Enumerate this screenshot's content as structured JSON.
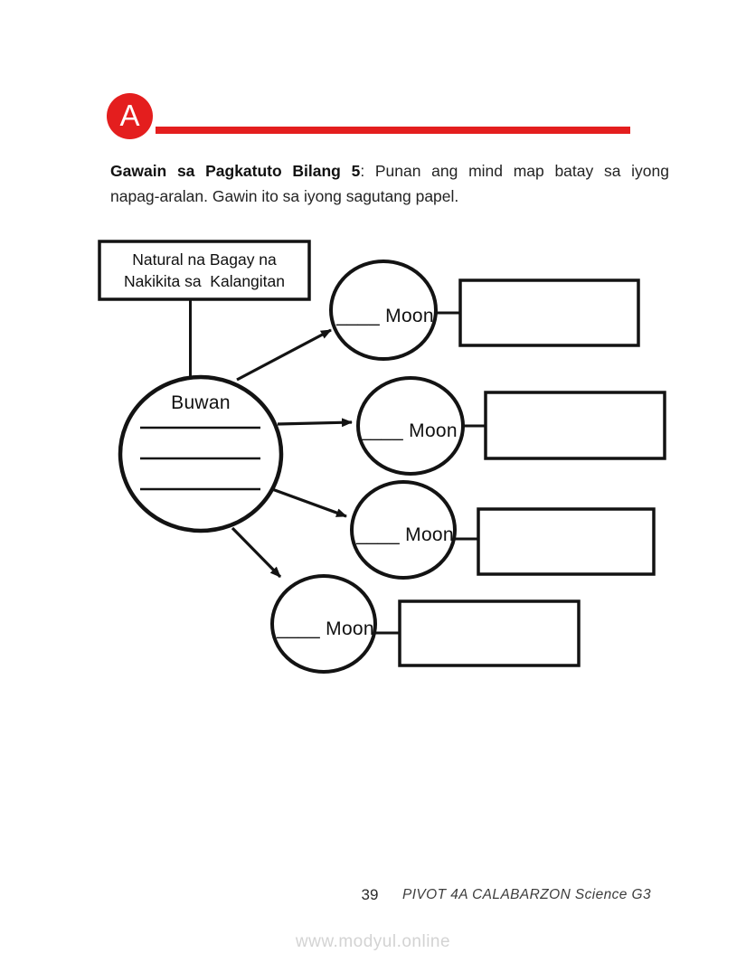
{
  "header": {
    "badge_letter": "A",
    "accent_color": "#e41e1e"
  },
  "instruction": {
    "title_bold": "Gawain sa Pagkatuto Bilang 5",
    "line1_rest": ": Punan ang mind map batay sa iyong",
    "line2": "napag-aralan. Gawin ito sa iyong sagutang papel."
  },
  "mindmap": {
    "topic_box": {
      "line1": "Natural na Bagay na",
      "line2": "Nakikita sa  Kalangitan"
    },
    "center_node": {
      "label": "Buwan",
      "blank_line_count": 3
    },
    "branches": [
      {
        "label": "____ Moon"
      },
      {
        "label": "____ Moon"
      },
      {
        "label": "____ Moon"
      },
      {
        "label": "____ Moon"
      }
    ]
  },
  "footer": {
    "page_number": "39",
    "module_title": "PIVOT 4A CALABARZON Science G3"
  },
  "watermark": "www.modyul.online"
}
